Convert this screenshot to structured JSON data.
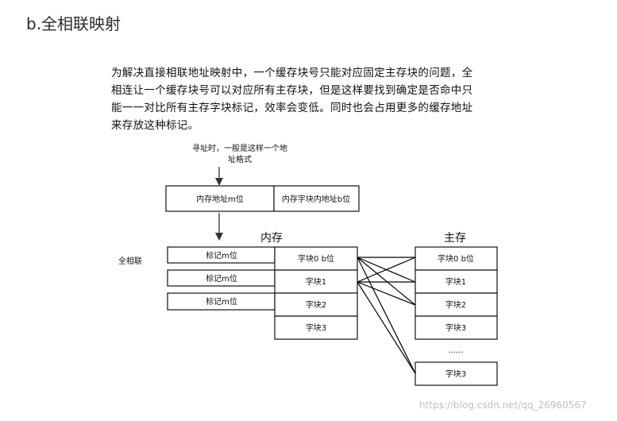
{
  "heading": "b.全相联映射",
  "paragraph_lines": [
    "为解决直接相联地址映射中，一个缓存块号只能对应固定主存块的问题，全",
    "相连让一个缓存块号可以对应所有主存块，但是这样要找到确定是否命中只",
    "能一一对比所有主存字块标记，效率会变低。同时也会占用更多的缓存地址",
    "来存放这种标记。"
  ],
  "figure": {
    "note_line1": "寻址时，一般是这样一个地",
    "note_line2": "址格式",
    "address_format": [
      "内存地址m位",
      "内存字块内地址b位"
    ],
    "cache_title": "内存",
    "memory_title": "主存",
    "side_label": "全相联",
    "tags": [
      "标记m位",
      "标记m位",
      "标记m位"
    ],
    "cache_blocks": [
      "字块0 b位",
      "字块1",
      "字块2",
      "字块3"
    ],
    "memory_blocks": [
      "字块0 b位",
      "字块1",
      "字块2",
      "字块3"
    ],
    "ellipsis": "......",
    "memory_last": "字块3"
  },
  "watermark": "https://blog.csdn.net/qq_26960567"
}
